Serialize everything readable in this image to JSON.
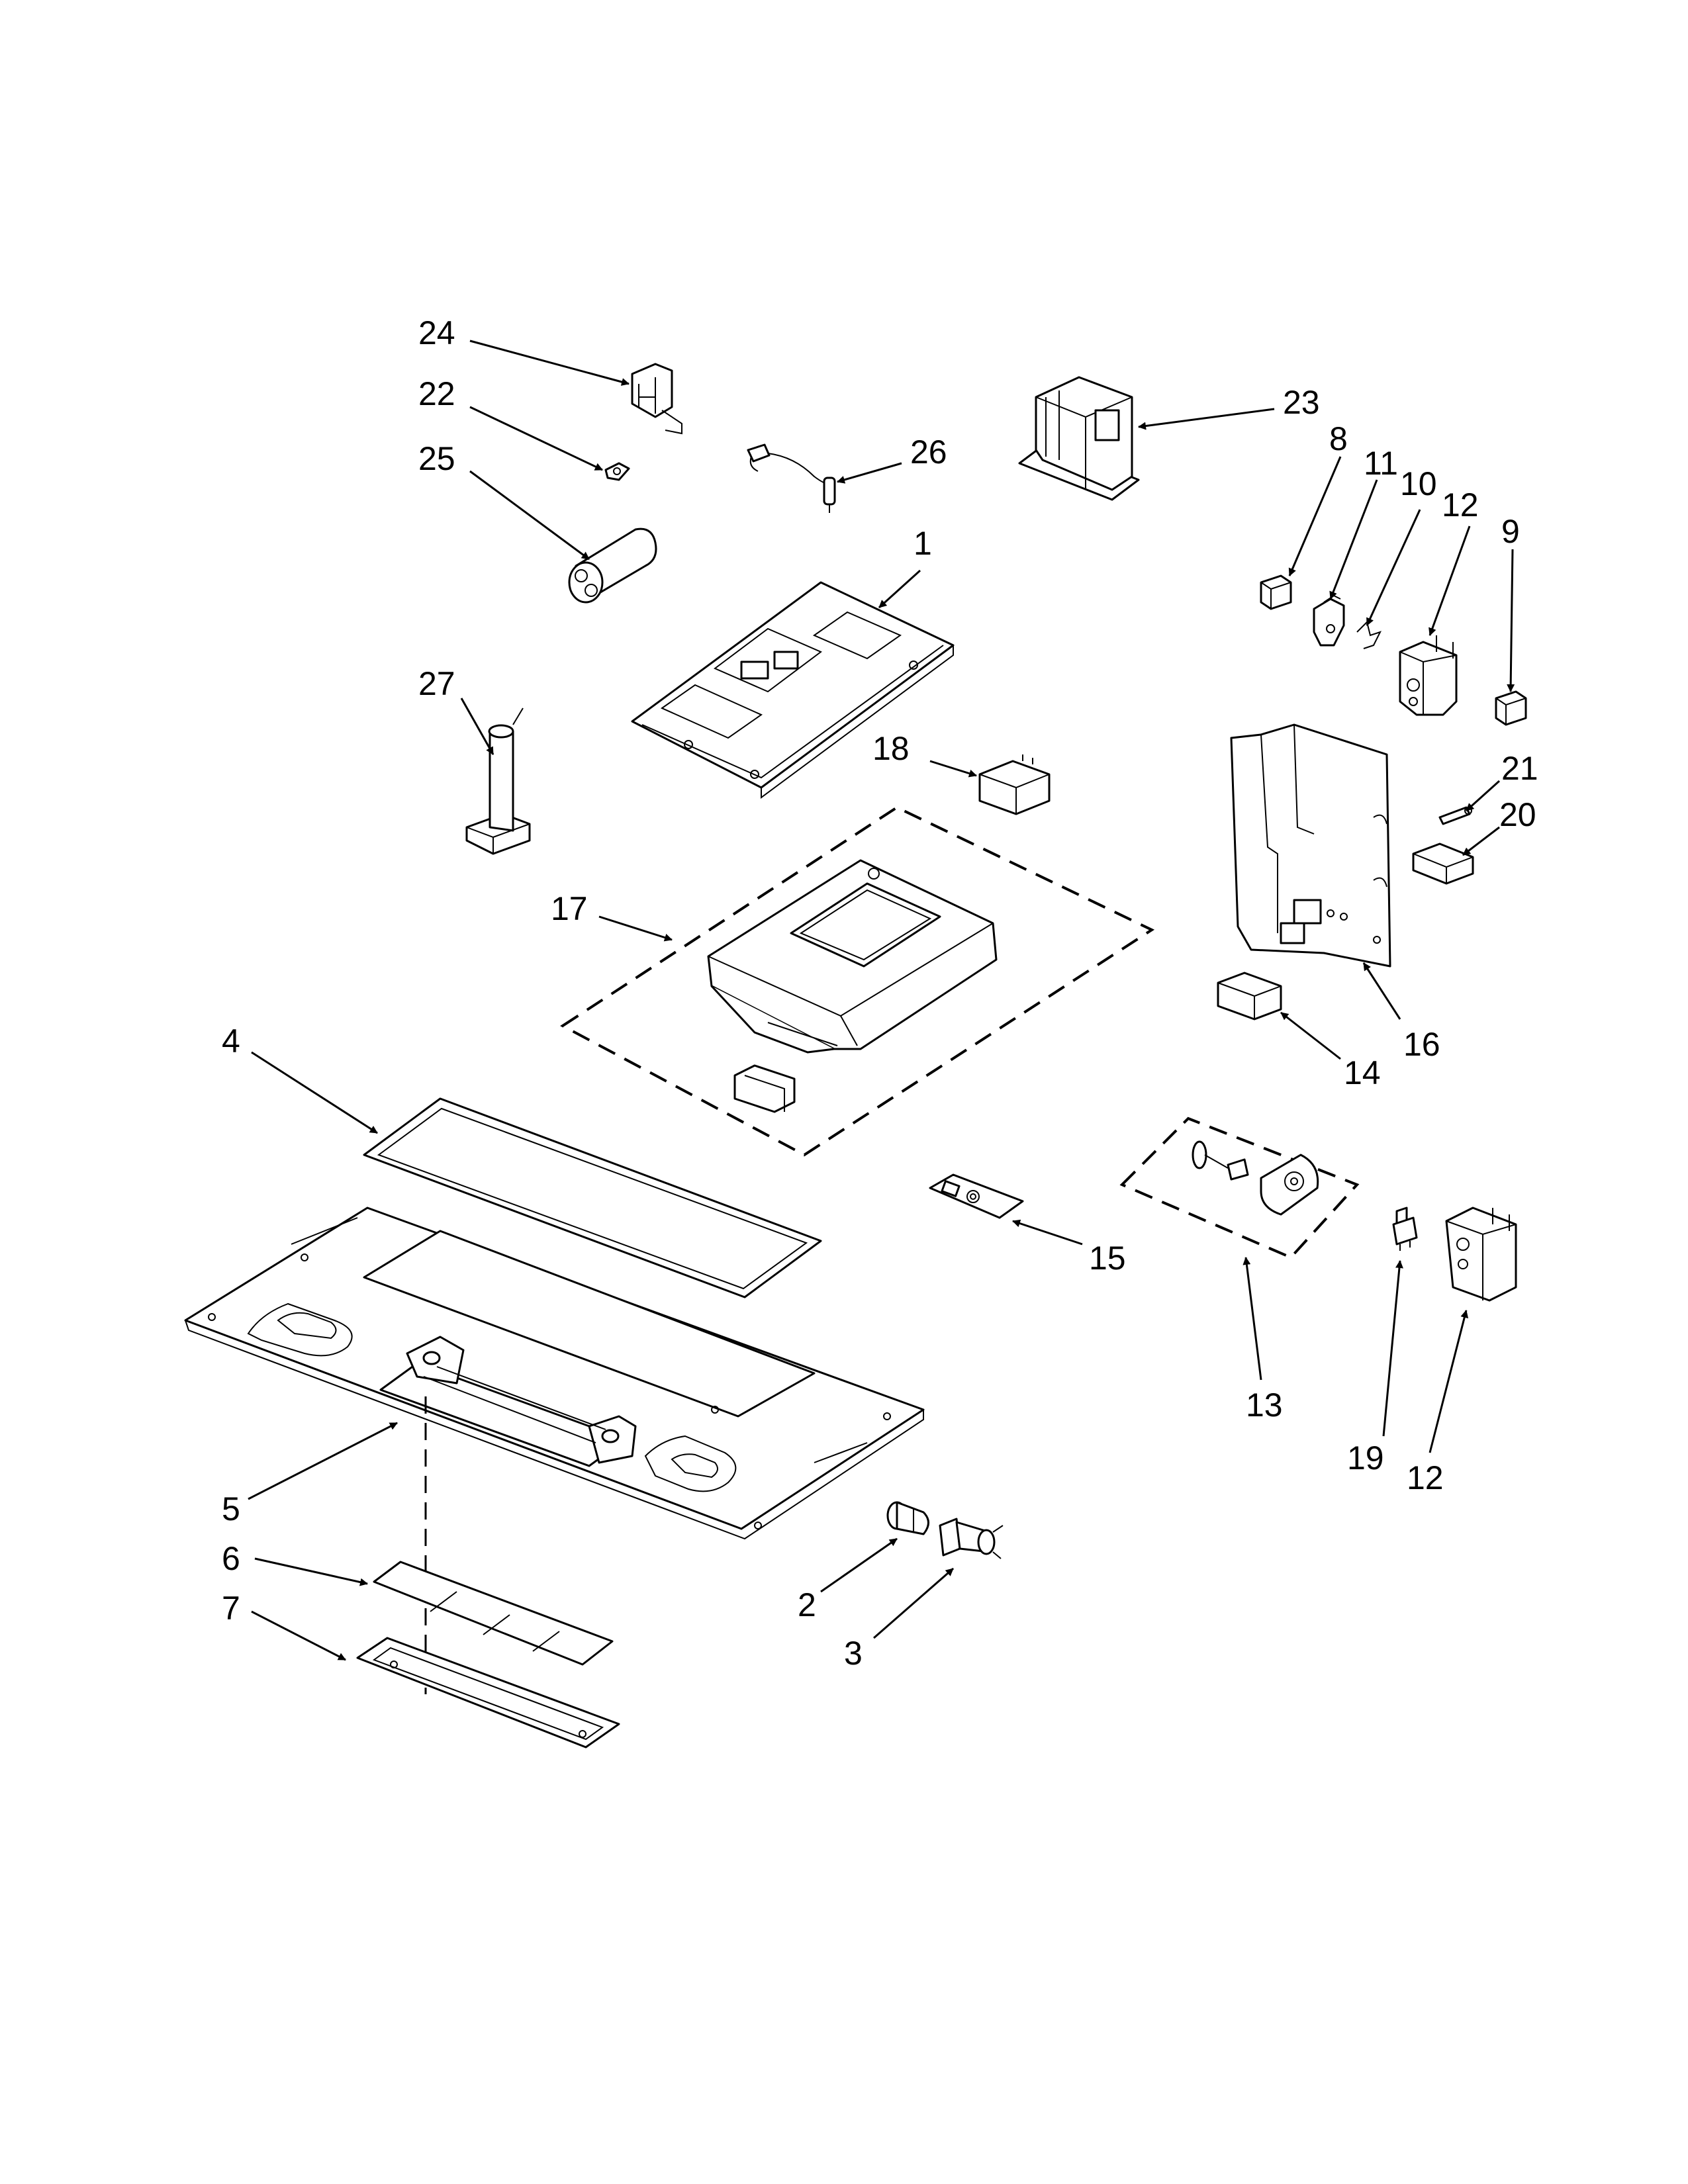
{
  "labels": {
    "p1": "1",
    "p2": "2",
    "p3": "3",
    "p4": "4",
    "p5": "5",
    "p6": "6",
    "p7": "7",
    "p8": "8",
    "p9": "9",
    "p10": "10",
    "p11": "11",
    "p12a": "12",
    "p12b": "12",
    "p13": "13",
    "p14": "14",
    "p15": "15",
    "p16": "16",
    "p17": "17",
    "p18": "18",
    "p19": "19",
    "p20": "20",
    "p21": "21",
    "p22": "22",
    "p23": "23",
    "p24": "24",
    "p25": "25",
    "p26": "26",
    "p27": "27"
  }
}
